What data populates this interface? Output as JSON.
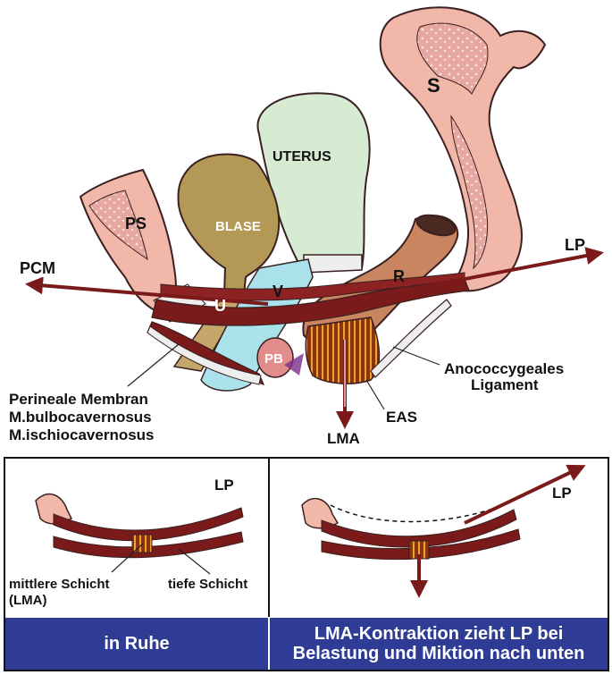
{
  "top_diagram": {
    "labels": {
      "s": "S",
      "uterus": "UTERUS",
      "ps": "PS",
      "blase": "BLASE",
      "lp": "LP",
      "pcm": "PCM",
      "r": "R",
      "u": "U",
      "v": "V",
      "pb": "PB",
      "anococcygeales_1": "Anococcygeales",
      "anococcygeales_2": "Ligament",
      "perineale_1": "Perineale Membran",
      "perineale_2": "M.bulbocavernosus",
      "perineale_3": "M.ischiocavernosus",
      "eas": "EAS",
      "lma": "LMA"
    }
  },
  "left_panel": {
    "lp": "LP",
    "mittlere_1": "mittlere Schicht",
    "mittlere_2": "(LMA)",
    "tiefe": "tiefe Schicht",
    "caption": "in Ruhe"
  },
  "right_panel": {
    "lp": "LP",
    "caption_1": "LMA-Kontraktion zieht LP bei",
    "caption_2": "Belastung und Miktion nach unten"
  },
  "colors": {
    "muscle": "#7a1a1a",
    "arrow": "#7a1a1a",
    "bone": "#f1b7a8",
    "bladder": "#b49856",
    "uterus": "#d7ead2",
    "vagina": "#a9e2ea",
    "rectum": "#c98560",
    "caption_bg": "#2e3c96"
  }
}
